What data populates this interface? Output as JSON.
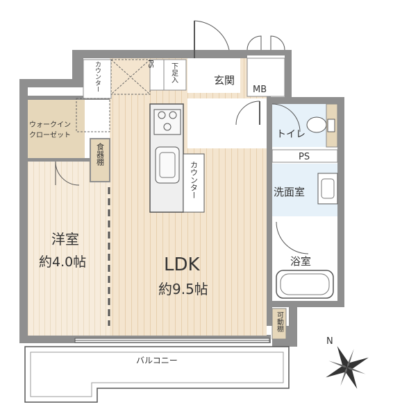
{
  "colors": {
    "wall": "#8f8f8f",
    "wall_dark": "#7a7a7a",
    "wood_floor": "#f4e5cf",
    "wood_floor_line": "#ebd6b8",
    "wet_floor": "#e6f1f9",
    "tile_floor": "#ffffff",
    "storage_floor": "#e6d7ba",
    "kitchen": "#efefef",
    "line": "#555555"
  },
  "rooms": {
    "entrance": "玄関",
    "mb": "MB",
    "shoe_storage": "下足入",
    "ps_top": "PS",
    "counter_top": "カウンター",
    "walk_in_closet_line1": "ウォークイン",
    "walk_in_closet_line2": "クローゼット",
    "pantry": "食器棚",
    "western_room_name": "洋室",
    "western_room_size": "約4.0帖",
    "ldk_name": "LDK",
    "ldk_size": "約9.5帖",
    "counter_kitchen": "カウンター",
    "toilet": "トイレ",
    "ps_mid": "PS",
    "washroom": "洗面室",
    "bathroom": "浴室",
    "movable_shelf": "可動棚",
    "balcony": "バルコニー"
  },
  "compass": {
    "north_label": "N",
    "icon": "compass-rose-icon"
  }
}
